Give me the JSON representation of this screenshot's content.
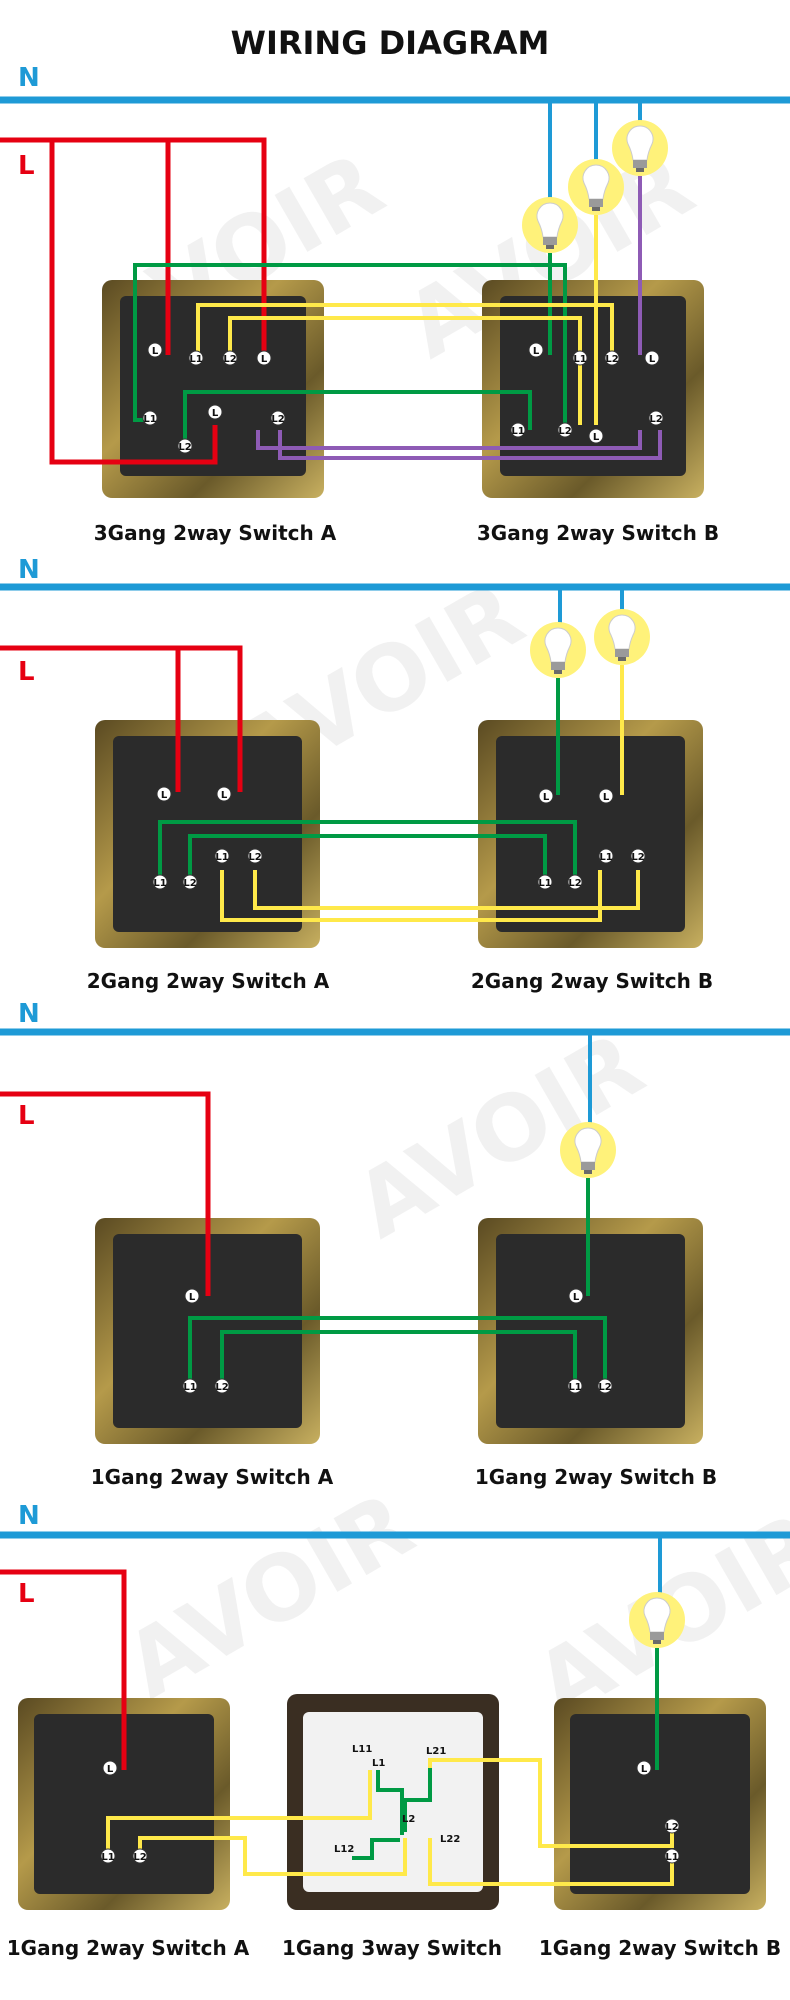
{
  "title": "WIRING DIAGRAM",
  "watermark": "AVOIR",
  "rail_labels": {
    "neutral": "N",
    "live": "L"
  },
  "colors": {
    "neutral": "#1e9ad6",
    "live": "#e60012",
    "green": "#009a44",
    "yellow": "#ffe94a",
    "purple": "#8e5bb5",
    "bulb_halo": "#fff27a",
    "plate_dark": "#2b2b2b",
    "plate_gold": "#8a7a3a"
  },
  "sections": [
    {
      "captions": [
        "3Gang 2way Switch A",
        "3Gang 2way Switch B"
      ]
    },
    {
      "captions": [
        "2Gang 2way Switch A",
        "2Gang 2way Switch B"
      ]
    },
    {
      "captions": [
        "1Gang 2way Switch A",
        "1Gang 2way Switch B"
      ]
    },
    {
      "captions": [
        "1Gang 2way Switch A",
        "1Gang 3way Switch",
        "1Gang 2way Switch B"
      ]
    }
  ],
  "terminal_labels": {
    "common": "L",
    "out1": "L1",
    "out2": "L2",
    "x11": "L11",
    "x12": "L12",
    "x21": "L21",
    "x22": "L22"
  },
  "icons": {
    "bulb": "light-bulb-icon"
  }
}
